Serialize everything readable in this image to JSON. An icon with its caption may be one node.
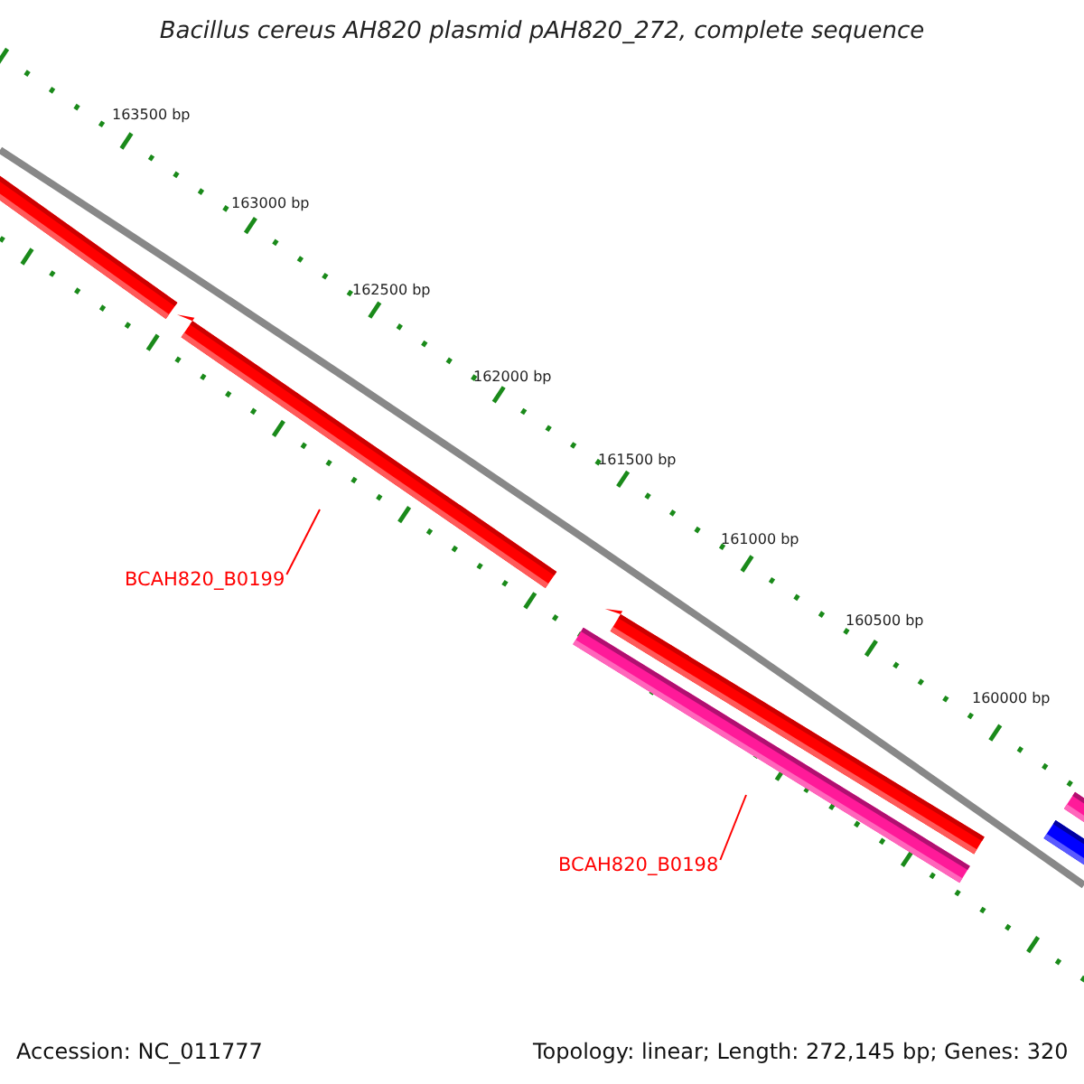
{
  "diagram": {
    "title": "Bacillus cereus AH820 plasmid pAH820_272, complete sequence",
    "nodes": [
      {
        "text": [
          "BCAH820_B0199"
        ]
      },
      {
        "text": [
          "BCAH820_B0198"
        ]
      }
    ],
    "edges": [
      {
        "from": 0,
        "to": null,
        "arrow": "none"
      },
      {
        "from": 1,
        "to": null,
        "arrow": "none"
      }
    ],
    "labels": [
      "163500 bp",
      "163000 bp",
      "162500 bp",
      "162000 bp",
      "161500 bp",
      "161000 bp",
      "160500 bp",
      "160000 bp",
      "Accession: NC_011777",
      "Topology: linear; Length: 272,145 bp; Genes: 320"
    ]
  }
}
